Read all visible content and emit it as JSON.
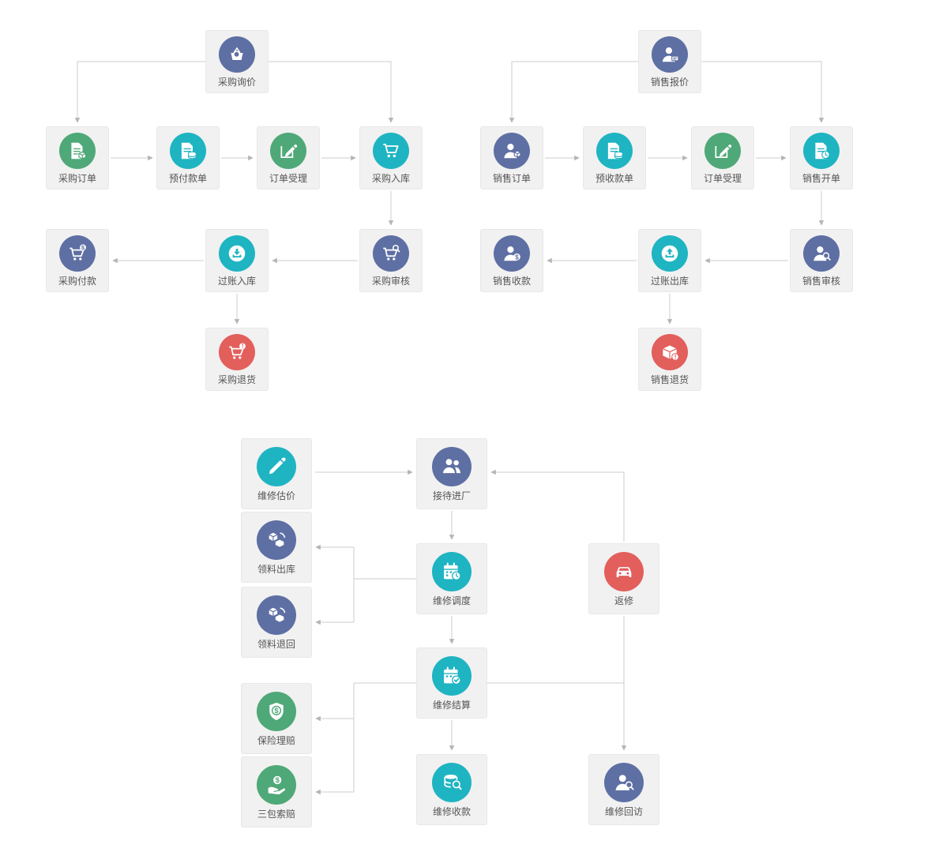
{
  "colors": {
    "indigo": "#5e6fa3",
    "teal": "#1fb4c2",
    "green": "#4fa878",
    "red": "#e25f5c",
    "card_background": "#f1f1f1",
    "card_border": "#e8e8e8",
    "connector": "#cdcdcd",
    "label_text": "#555555"
  },
  "sections": {
    "purchase": {
      "inquiry": {
        "label": "采购询价",
        "icon": "basket-search-icon",
        "color": "#5e6fa3"
      },
      "order": {
        "label": "采购订单",
        "icon": "document-box-icon",
        "color": "#4fa878"
      },
      "prepay": {
        "label": "预付款单",
        "icon": "document-coins-icon",
        "color": "#1fb4c2"
      },
      "accept": {
        "label": "订单受理",
        "icon": "edit-square-icon",
        "color": "#4fa878"
      },
      "inbound": {
        "label": "采购入库",
        "icon": "cart-icon",
        "color": "#1fb4c2"
      },
      "payment": {
        "label": "采购付款",
        "icon": "cart-dollar-icon",
        "color": "#5e6fa3"
      },
      "posting_in": {
        "label": "过账入库",
        "icon": "tray-down-icon",
        "color": "#1fb4c2"
      },
      "audit": {
        "label": "采购审核",
        "icon": "cart-search-icon",
        "color": "#5e6fa3"
      },
      "return": {
        "label": "采购退货",
        "icon": "cart-alert-icon",
        "color": "#e25f5c"
      }
    },
    "sales": {
      "quote": {
        "label": "销售报价",
        "icon": "person-tag-icon",
        "color": "#5e6fa3"
      },
      "order": {
        "label": "销售订单",
        "icon": "person-box-icon",
        "color": "#5e6fa3"
      },
      "prereceive": {
        "label": "预收款单",
        "icon": "document-coins-icon",
        "color": "#1fb4c2"
      },
      "accept": {
        "label": "订单受理",
        "icon": "edit-square-icon",
        "color": "#4fa878"
      },
      "billing": {
        "label": "销售开单",
        "icon": "document-clock-icon",
        "color": "#1fb4c2"
      },
      "receive": {
        "label": "销售收款",
        "icon": "person-dollar-icon",
        "color": "#5e6fa3"
      },
      "posting_out": {
        "label": "过账出库",
        "icon": "tray-up-icon",
        "color": "#1fb4c2"
      },
      "audit": {
        "label": "销售审核",
        "icon": "person-search-icon",
        "color": "#5e6fa3"
      },
      "return": {
        "label": "销售退货",
        "icon": "box-alert-icon",
        "color": "#e25f5c"
      }
    },
    "repair": {
      "estimate": {
        "label": "维修估价",
        "icon": "pencil-icon",
        "color": "#1fb4c2"
      },
      "reception": {
        "label": "接待进厂",
        "icon": "people-icon",
        "color": "#5e6fa3"
      },
      "material_out": {
        "label": "领料出库",
        "icon": "parts-icon",
        "color": "#5e6fa3"
      },
      "dispatch": {
        "label": "维修调度",
        "icon": "calendar-clock-icon",
        "color": "#1fb4c2"
      },
      "rework": {
        "label": "返修",
        "icon": "car-icon",
        "color": "#e25f5c"
      },
      "material_return": {
        "label": "领料退回",
        "icon": "parts-icon",
        "color": "#5e6fa3"
      },
      "settlement": {
        "label": "维修结算",
        "icon": "calendar-check-icon",
        "color": "#1fb4c2"
      },
      "insurance": {
        "label": "保险理赔",
        "icon": "shield-dollar-icon",
        "color": "#4fa878"
      },
      "warranty": {
        "label": "三包索赔",
        "icon": "hand-dollar-icon",
        "color": "#4fa878"
      },
      "receive": {
        "label": "维修收款",
        "icon": "coins-search-icon",
        "color": "#1fb4c2"
      },
      "followup": {
        "label": "维修回访",
        "icon": "person-search-icon",
        "color": "#5e6fa3"
      }
    }
  }
}
